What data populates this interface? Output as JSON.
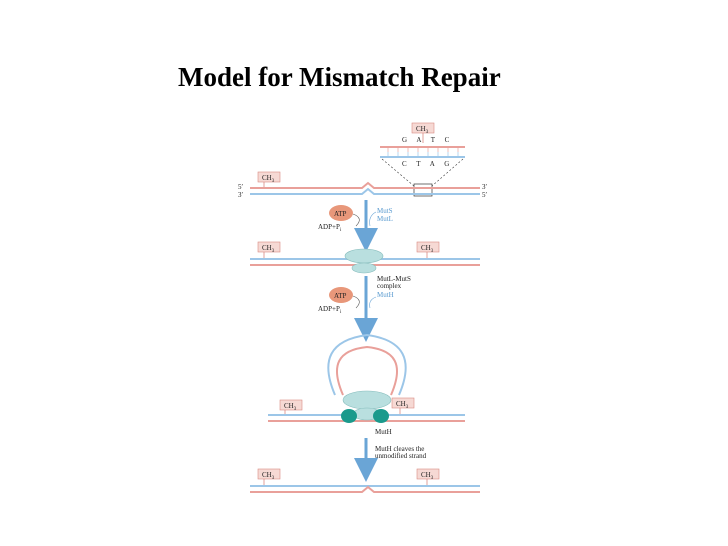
{
  "title": "Model for Mismatch Repair",
  "methyl": "CH3",
  "methyl_base": "CH",
  "methyl_sub": "3",
  "gatc_top": "G A T C",
  "ctag_bottom": "C T A G",
  "five_prime": "5′",
  "three_prime": "3′",
  "atp": "ATP",
  "adp_pi": "ADP+P",
  "adp_sub": "i",
  "muts": "MutS",
  "mutl": "MutL",
  "mutl_muts_line1": "MutL-MutS",
  "mutl_muts_line2": "complex",
  "muth": "MutH",
  "muth_label": "MutH",
  "cleave_line1": "MutH cleaves the",
  "cleave_line2": "unmodified strand",
  "colors": {
    "blue_strand": "#9cc6e8",
    "red_strand": "#e9a09a",
    "arrow": "#6aa5d6",
    "atp_fill": "#e8977a",
    "mutls_fill": "#b9dfdf",
    "muth_fill": "#1a9a8c",
    "methyl_fill": "#f6d9d4"
  }
}
